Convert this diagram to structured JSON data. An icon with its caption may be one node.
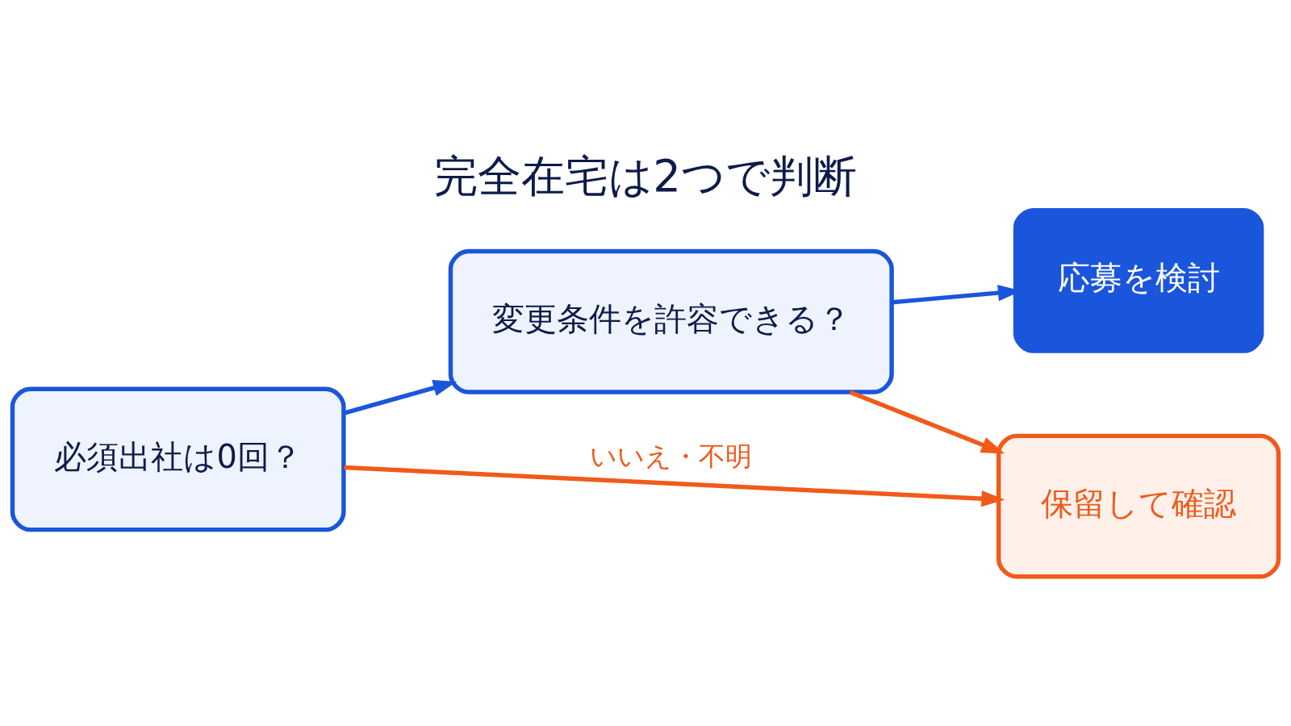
{
  "diagram": {
    "title": "完全在宅は2つで判断",
    "nodes": [
      {
        "text": [
          "必須出社は0回？"
        ]
      },
      {
        "text": [
          "変更条件を許容できる？"
        ]
      },
      {
        "text": [
          "応募を検討"
        ]
      },
      {
        "text": [
          "保留して確認"
        ]
      }
    ],
    "edges": [
      {
        "from": 0,
        "to": 1,
        "arrow": "to"
      },
      {
        "from": 1,
        "to": 2,
        "arrow": "to"
      },
      {
        "from": 0,
        "to": 3,
        "arrow": "to",
        "label": "いいえ・不明",
        "color": "#f05a1a"
      },
      {
        "from": 1,
        "to": 3,
        "arrow": "to",
        "color": "#f05a1a"
      }
    ]
  }
}
